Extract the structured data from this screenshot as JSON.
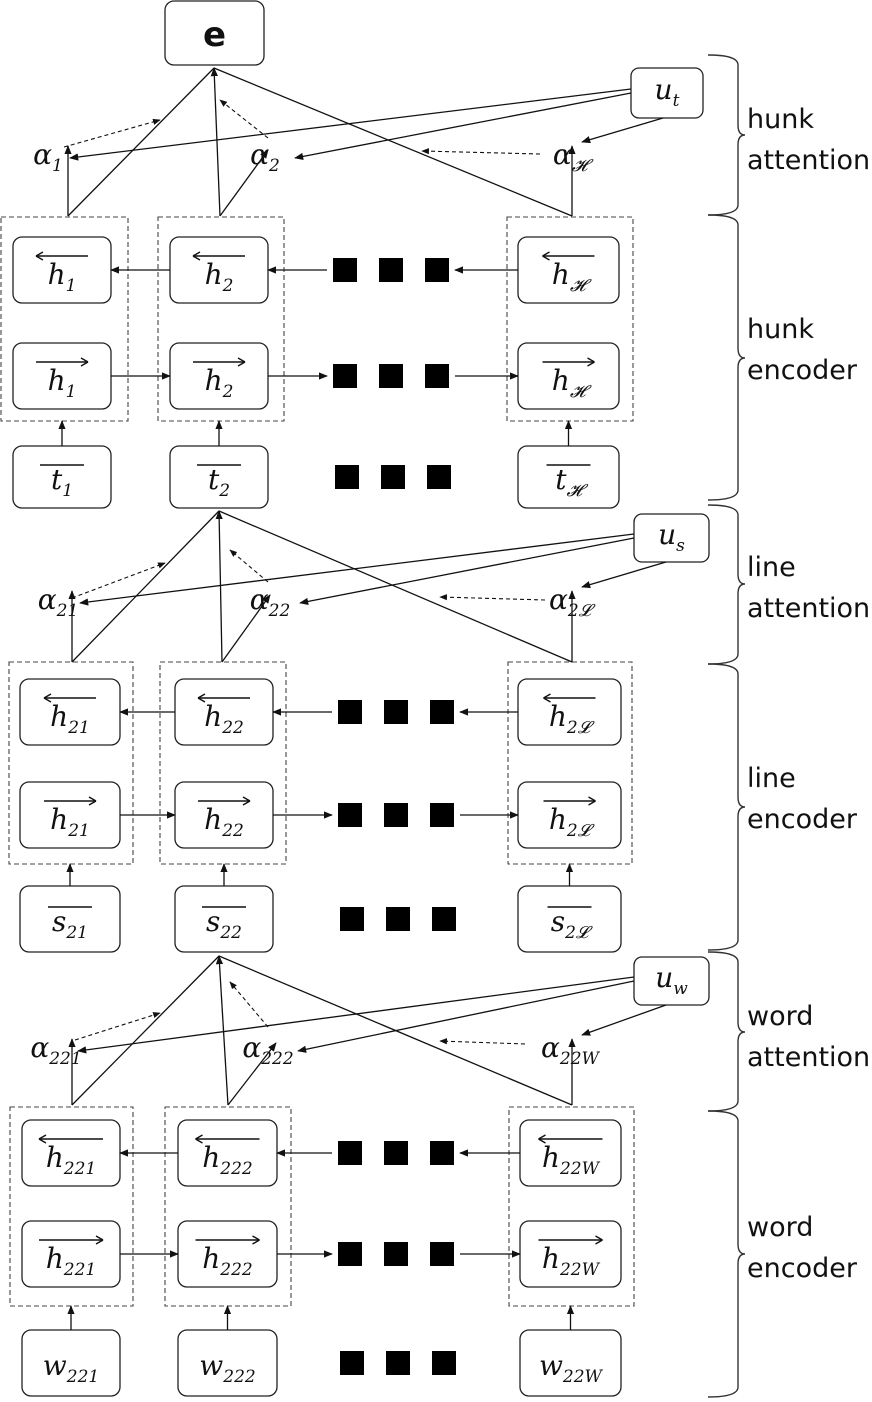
{
  "output_label": "e",
  "section_labels": [
    {
      "line1": "hunk",
      "line2": "attention"
    },
    {
      "line1": "hunk",
      "line2": "encoder"
    },
    {
      "line1": "line",
      "line2": "attention"
    },
    {
      "line1": "line",
      "line2": "encoder"
    },
    {
      "line1": "word",
      "line2": "attention"
    },
    {
      "line1": "word",
      "line2": "encoder"
    }
  ],
  "levels": [
    {
      "context": {
        "base": "u",
        "sub": "t"
      },
      "alphas": [
        {
          "base": "α",
          "sub": "1"
        },
        {
          "base": "α",
          "sub": "2"
        },
        {
          "base": "α",
          "sub": "𝓗"
        }
      ],
      "backward": [
        {
          "base": "h",
          "sub": "1"
        },
        {
          "base": "h",
          "sub": "2"
        },
        {
          "base": "h",
          "sub": "𝓗"
        }
      ],
      "forward": [
        {
          "base": "h",
          "sub": "1"
        },
        {
          "base": "h",
          "sub": "2"
        },
        {
          "base": "h",
          "sub": "𝓗"
        }
      ],
      "inputs": [
        {
          "base": "t",
          "sub": "1"
        },
        {
          "base": "t",
          "sub": "2"
        },
        {
          "base": "t",
          "sub": "𝓗"
        }
      ]
    },
    {
      "context": {
        "base": "u",
        "sub": "s"
      },
      "alphas": [
        {
          "base": "α",
          "sub": "21"
        },
        {
          "base": "α",
          "sub": "22"
        },
        {
          "base": "α",
          "sub": "2𝓛"
        }
      ],
      "backward": [
        {
          "base": "h",
          "sub": "21"
        },
        {
          "base": "h",
          "sub": "22"
        },
        {
          "base": "h",
          "sub": "2𝓛"
        }
      ],
      "forward": [
        {
          "base": "h",
          "sub": "21"
        },
        {
          "base": "h",
          "sub": "22"
        },
        {
          "base": "h",
          "sub": "2𝓛"
        }
      ],
      "inputs": [
        {
          "base": "s",
          "sub": "21"
        },
        {
          "base": "s",
          "sub": "22"
        },
        {
          "base": "s",
          "sub": "2𝓛"
        }
      ]
    },
    {
      "context": {
        "base": "u",
        "sub": "w"
      },
      "alphas": [
        {
          "base": "α",
          "sub": "221"
        },
        {
          "base": "α",
          "sub": "222"
        },
        {
          "base": "α",
          "sub": "22W"
        }
      ],
      "backward": [
        {
          "base": "h",
          "sub": "221"
        },
        {
          "base": "h",
          "sub": "222"
        },
        {
          "base": "h",
          "sub": "22W"
        }
      ],
      "forward": [
        {
          "base": "h",
          "sub": "221"
        },
        {
          "base": "h",
          "sub": "222"
        },
        {
          "base": "h",
          "sub": "22W"
        }
      ],
      "inputs": [
        {
          "base": "w",
          "sub": "221"
        },
        {
          "base": "w",
          "sub": "222"
        },
        {
          "base": "w",
          "sub": "22W"
        }
      ]
    }
  ]
}
